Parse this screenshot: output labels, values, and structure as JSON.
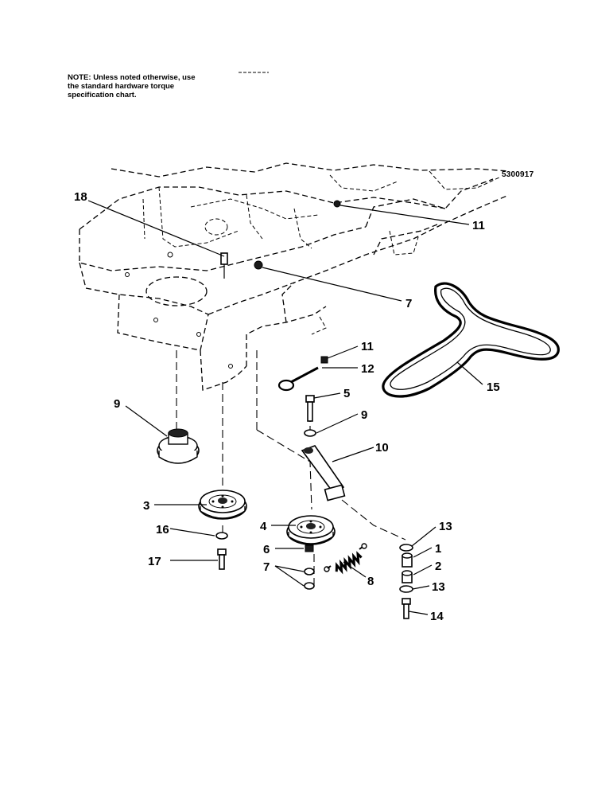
{
  "note": {
    "lines": [
      "NOTE: Unless noted otherwise, use",
      "the standard hardware torque",
      "specification chart."
    ]
  },
  "figure_code": "5300917",
  "callouts": {
    "c18": "18",
    "c11a": "11",
    "c7a": "7",
    "c11b": "11",
    "c12": "12",
    "c15": "15",
    "c9a": "9",
    "c5": "5",
    "c9b": "9",
    "c10": "10",
    "c3": "3",
    "c16": "16",
    "c17": "17",
    "c4": "4",
    "c6": "6",
    "c7b": "7",
    "c8": "8",
    "c13a": "13",
    "c1": "1",
    "c2": "2",
    "c13b": "13",
    "c14": "14"
  }
}
